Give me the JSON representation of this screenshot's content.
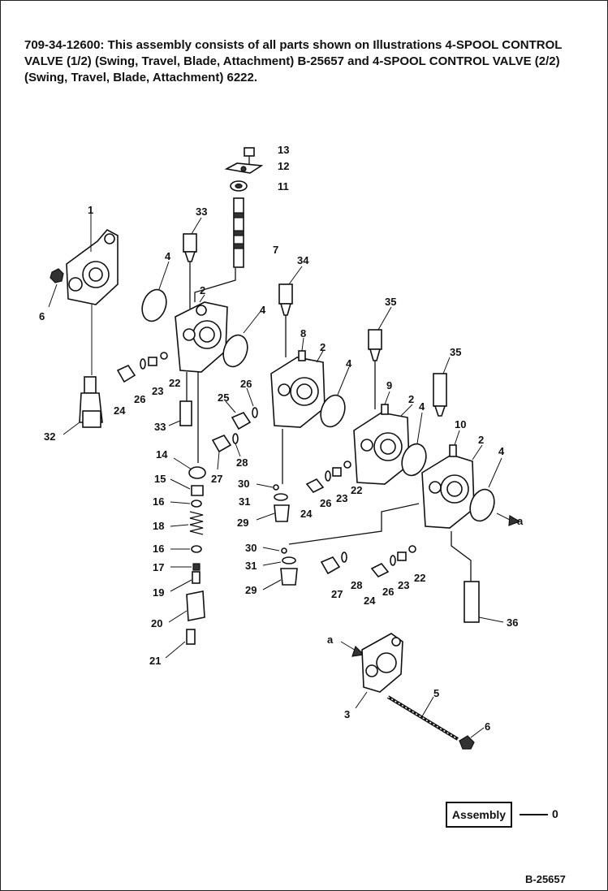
{
  "header": {
    "line1": "709-34-12600: This assembly consists of all parts shown on Illustrations 4-SPOOL CONTROL",
    "line2": "VALVE (1/2) (Swing, Travel, Blade, Attachment) B-25657 and 4-SPOOL CONTROL VALVE (2/2)",
    "line3": "(Swing, Travel, Blade, Attachment) 6222."
  },
  "callouts": {
    "c13": "13",
    "c12": "12",
    "c11": "11",
    "c7": "7",
    "c33a": "33",
    "c1": "1",
    "c4a": "4",
    "c2a": "2",
    "c6a": "6",
    "c34": "34",
    "c4b": "4",
    "c8": "8",
    "c2b": "2",
    "c35a": "35",
    "c4c": "4",
    "c9": "9",
    "c2c": "2",
    "c35b": "35",
    "c4d": "4",
    "c10": "10",
    "c2d": "2",
    "c4e": "4",
    "c24a": "24",
    "c26a": "26",
    "c23a": "23",
    "c22a": "22",
    "c32": "32",
    "c33b": "33",
    "c25": "25",
    "c26b": "26",
    "c14": "14",
    "c27a": "27",
    "c28a": "28",
    "c15": "15",
    "c16a": "16",
    "c18": "18",
    "c16b": "16",
    "c17": "17",
    "c19": "19",
    "c20": "20",
    "c21": "21",
    "c30a": "30",
    "c31a": "31",
    "c29a": "29",
    "c24b": "24",
    "c26c": "26",
    "c23b": "23",
    "c22b": "22",
    "c30b": "30",
    "c31b": "31",
    "c29b": "29",
    "c28b": "28",
    "c27b": "27",
    "c24c": "24",
    "c26d": "26",
    "c23c": "23",
    "c22c": "22",
    "c36": "36",
    "ca1": "a",
    "ca2": "a",
    "c3": "3",
    "c5": "5",
    "c6b": "6"
  },
  "legend": {
    "label": "Assembly",
    "quantity": "0"
  },
  "figure_id": "B-25657"
}
